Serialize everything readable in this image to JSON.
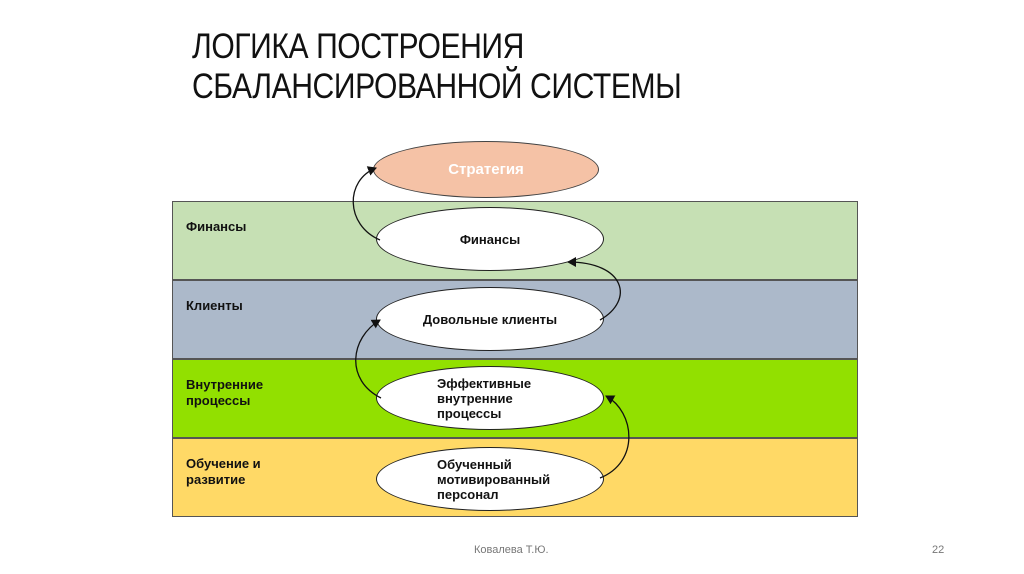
{
  "title": {
    "line1": "ЛОГИКА ПОСТРОЕНИЯ",
    "line2": "СБАЛАНСИРОВАННОЙ СИСТЕМЫ"
  },
  "strategy": {
    "label": "Стратегия",
    "color": "#f5c2a6"
  },
  "bands": [
    {
      "label": "Финансы",
      "ellipse": "Финансы",
      "color": "#c6e0b4"
    },
    {
      "label": "Клиенты",
      "ellipse": "Довольные клиенты",
      "color": "#acb9ca"
    },
    {
      "label": "Внутренние\nпроцессы",
      "ellipse": "Эффективные\nвнутренние\nпроцессы",
      "color": "#92e000"
    },
    {
      "label": "Обучение и\nразвитие",
      "ellipse": "Обученный\nмотивированный\nперсонал",
      "color": "#ffd966"
    }
  ],
  "footer": {
    "author": "Ковалева Т.Ю.",
    "page": "22"
  }
}
